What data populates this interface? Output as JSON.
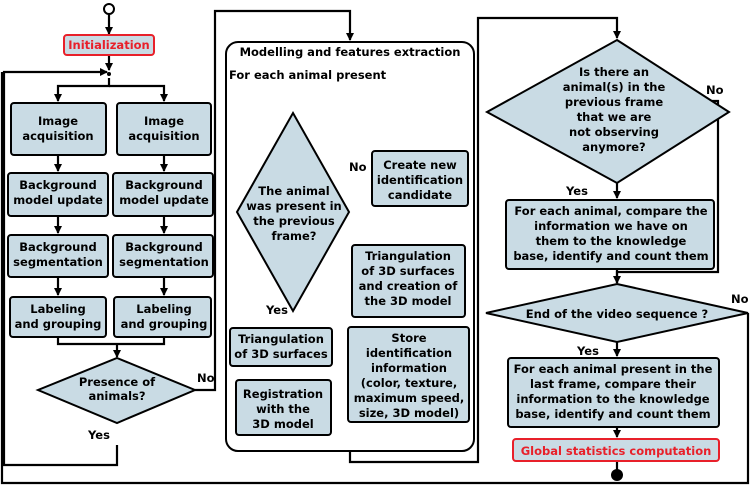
{
  "colors": {
    "box_fill": "#c9dbe4",
    "accent_red": "#e8202a",
    "stroke": "#000000"
  },
  "initialization": "Initialization",
  "image_acquisition": [
    "Image",
    "acquisition"
  ],
  "background_model_update": [
    "Background",
    "model update"
  ],
  "background_segmentation": [
    "Background",
    "segmentation"
  ],
  "labeling_grouping": [
    "Labeling",
    "and grouping"
  ],
  "presence_of_animals": [
    "Presence of",
    "animals?"
  ],
  "modelling": {
    "title": "Modelling and features extraction",
    "for_each": "For each animal present",
    "was_present": [
      "The animal",
      "was present in",
      "the previous",
      "frame?"
    ],
    "create_new": [
      "Create new",
      "identification",
      "candidate"
    ],
    "triangulation_creation": [
      "Triangulation",
      "of 3D surfaces",
      "and creation of",
      "the 3D model"
    ],
    "triangulation_surfaces": [
      "Triangulation",
      "of 3D surfaces"
    ],
    "registration": [
      "Registration",
      "with the",
      "3D model"
    ],
    "store": [
      "Store",
      "identification",
      "information",
      "(color, texture,",
      "maximum speed,",
      "size, 3D model)"
    ]
  },
  "right": {
    "question": [
      "Is there an",
      "animal(s) in the",
      "previous frame",
      "that we are",
      "not observing",
      "anymore?"
    ],
    "compare_previous": [
      "For each animal, compare the",
      "information we have on",
      "them to the knowledge",
      "base, identify and count them"
    ],
    "end_video": "End of the video sequence ?",
    "compare_last": [
      "For each animal present in the",
      "last frame, compare their",
      "information to the knowledge",
      "base, identify and count them"
    ],
    "global_stats": "Global statistics computation"
  },
  "labels": {
    "yes": "Yes",
    "no": "No"
  }
}
